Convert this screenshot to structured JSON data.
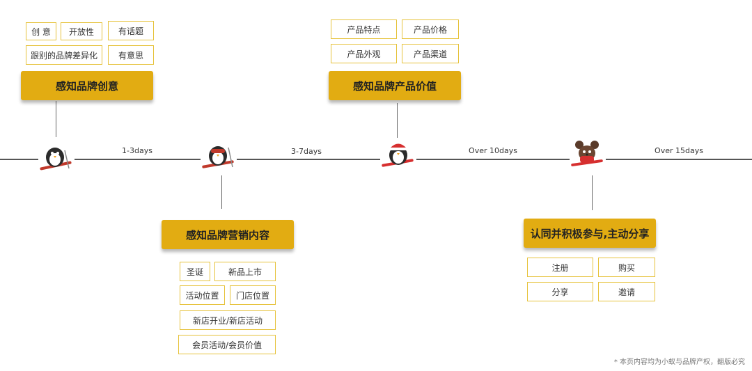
{
  "stages": [
    {
      "title": "感知品牌创意",
      "tags": [
        "创 意",
        "开放性",
        "有话题",
        "跟别的品牌差异化",
        "有意思"
      ],
      "icon": "penguin-skier-icon",
      "accent": "#c0392b"
    },
    {
      "title": "感知品牌营销内容",
      "tags": [
        "圣诞",
        "新品上市",
        "活动位置",
        "门店位置",
        "新店开业/新店活动",
        "会员活动/会员价值"
      ],
      "icon": "penguin-skier-goggles-icon",
      "accent": "#c0392b"
    },
    {
      "title": "感知品牌产品价值",
      "tags": [
        "产品特点",
        "产品价格",
        "产品外观",
        "产品渠道"
      ],
      "icon": "penguin-skier-santa-hat-icon",
      "accent": "#d62f2f"
    },
    {
      "title": "认同并积极参与,主动分享",
      "tags": [
        "注册",
        "购买",
        "分享",
        "邀请"
      ],
      "icon": "mouse-skier-icon",
      "accent": "#d62f2f"
    }
  ],
  "durations": [
    "1-3days",
    "3-7days",
    "Over 10days",
    "Over 15days"
  ],
  "note": "* 本页内容均为小蚁与品牌产权，翻版必究",
  "colors": {
    "banner": "#e2ac12",
    "tag_border": "#e6c23a",
    "line": "#555555"
  }
}
